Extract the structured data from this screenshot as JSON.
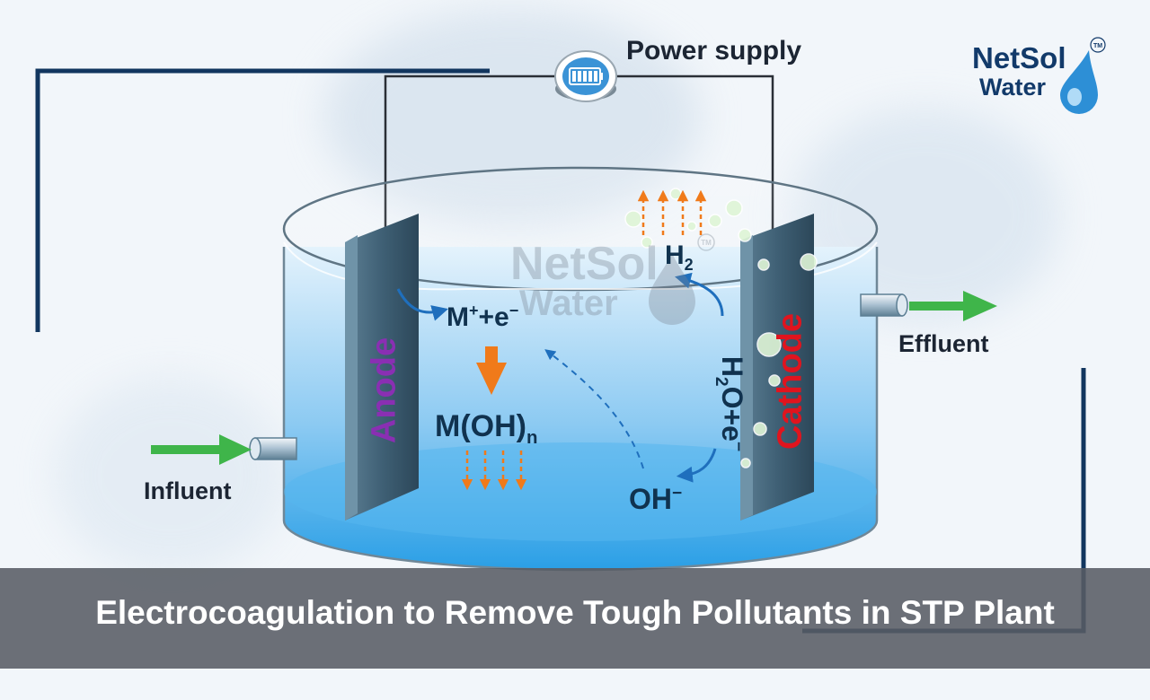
{
  "diagram": {
    "power_supply_label": "Power supply",
    "influent_label": "Influent",
    "effluent_label": "Effluent",
    "anode_label": "Anode",
    "cathode_label": "Cathode",
    "anode_reaction": {
      "metal": "M",
      "ion_charge": "+",
      "electron": "+e",
      "electron_charge": "−"
    },
    "hydroxide_product": {
      "base": "M(OH)",
      "subscript": "n"
    },
    "hydrogen_gas": {
      "base": "H",
      "subscript": "2"
    },
    "water_reaction": {
      "h": "H",
      "subscript": "2",
      "rest": "O+e",
      "electron_charge": "−"
    },
    "hydroxide_ion": {
      "base": "OH",
      "charge": "−"
    }
  },
  "logo": {
    "line1": "NetSol",
    "line2": "Water",
    "trademark": "TM"
  },
  "watermark": {
    "line1": "NetSol",
    "line2": "Water",
    "trademark": "TM"
  },
  "banner": {
    "title": "Electrocoagulation to Remove Tough Pollutants in STP Plant"
  },
  "colors": {
    "frame_line": "#12365f",
    "water_top": "#d6ecfa",
    "water_bottom": "#2a9fe6",
    "electrode": "#3f6075",
    "arrow_green": "#3fb54a",
    "arrow_orange": "#f07a1a",
    "anode_text": "#8a2fb3",
    "cathode_text": "#e0141e",
    "banner_bg": "#585c64"
  }
}
